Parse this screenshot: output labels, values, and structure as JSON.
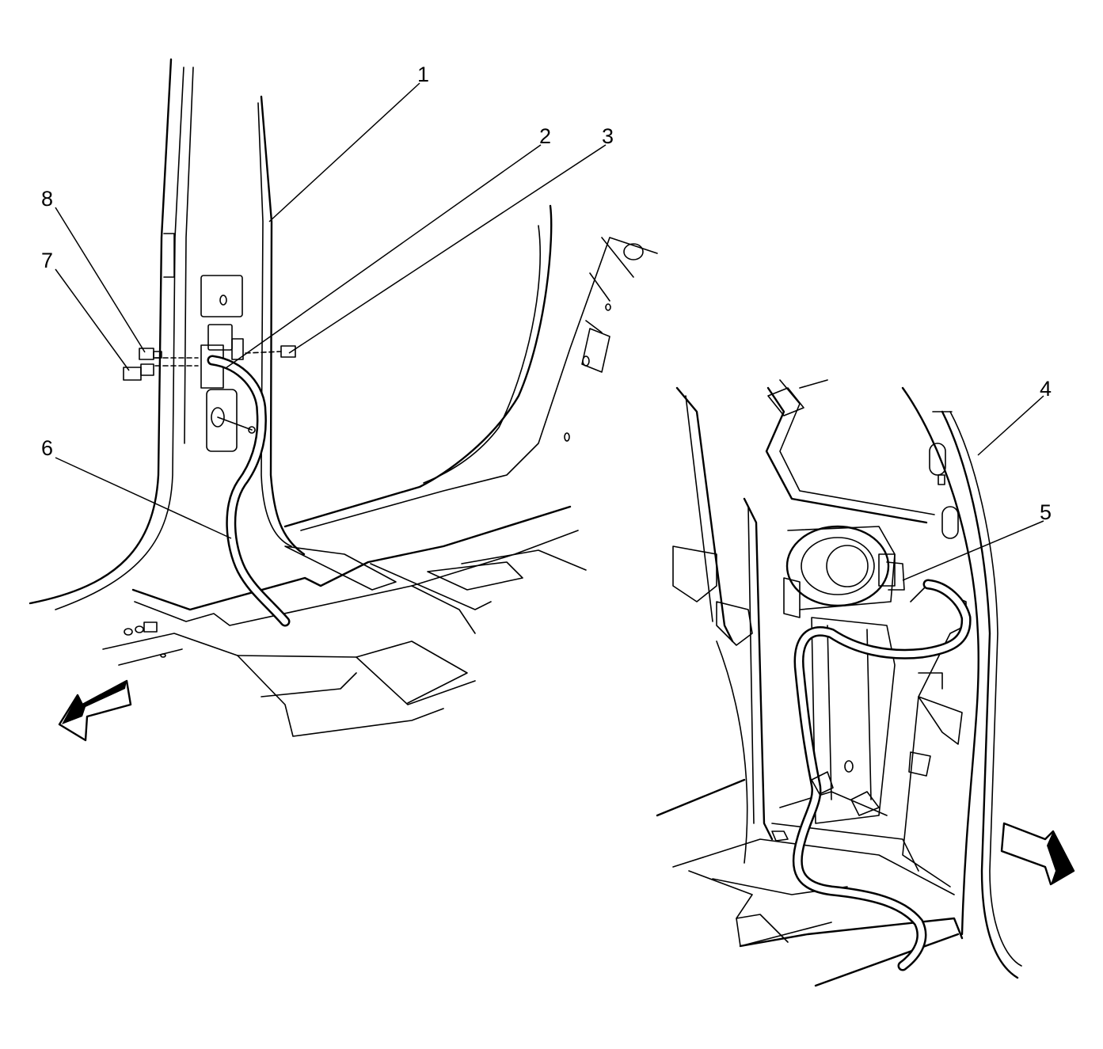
{
  "callouts": [
    {
      "id": "1",
      "label": "1"
    },
    {
      "id": "2",
      "label": "2"
    },
    {
      "id": "3",
      "label": "3"
    },
    {
      "id": "4",
      "label": "4"
    },
    {
      "id": "5",
      "label": "5"
    },
    {
      "id": "6",
      "label": "6"
    },
    {
      "id": "7",
      "label": "7"
    },
    {
      "id": "8",
      "label": "8"
    }
  ],
  "icons": {
    "left_arrow": "forward-direction-arrow-icon",
    "right_arrow": "forward-direction-arrow-icon"
  },
  "colors": {
    "line": "#000000",
    "background": "#ffffff"
  }
}
